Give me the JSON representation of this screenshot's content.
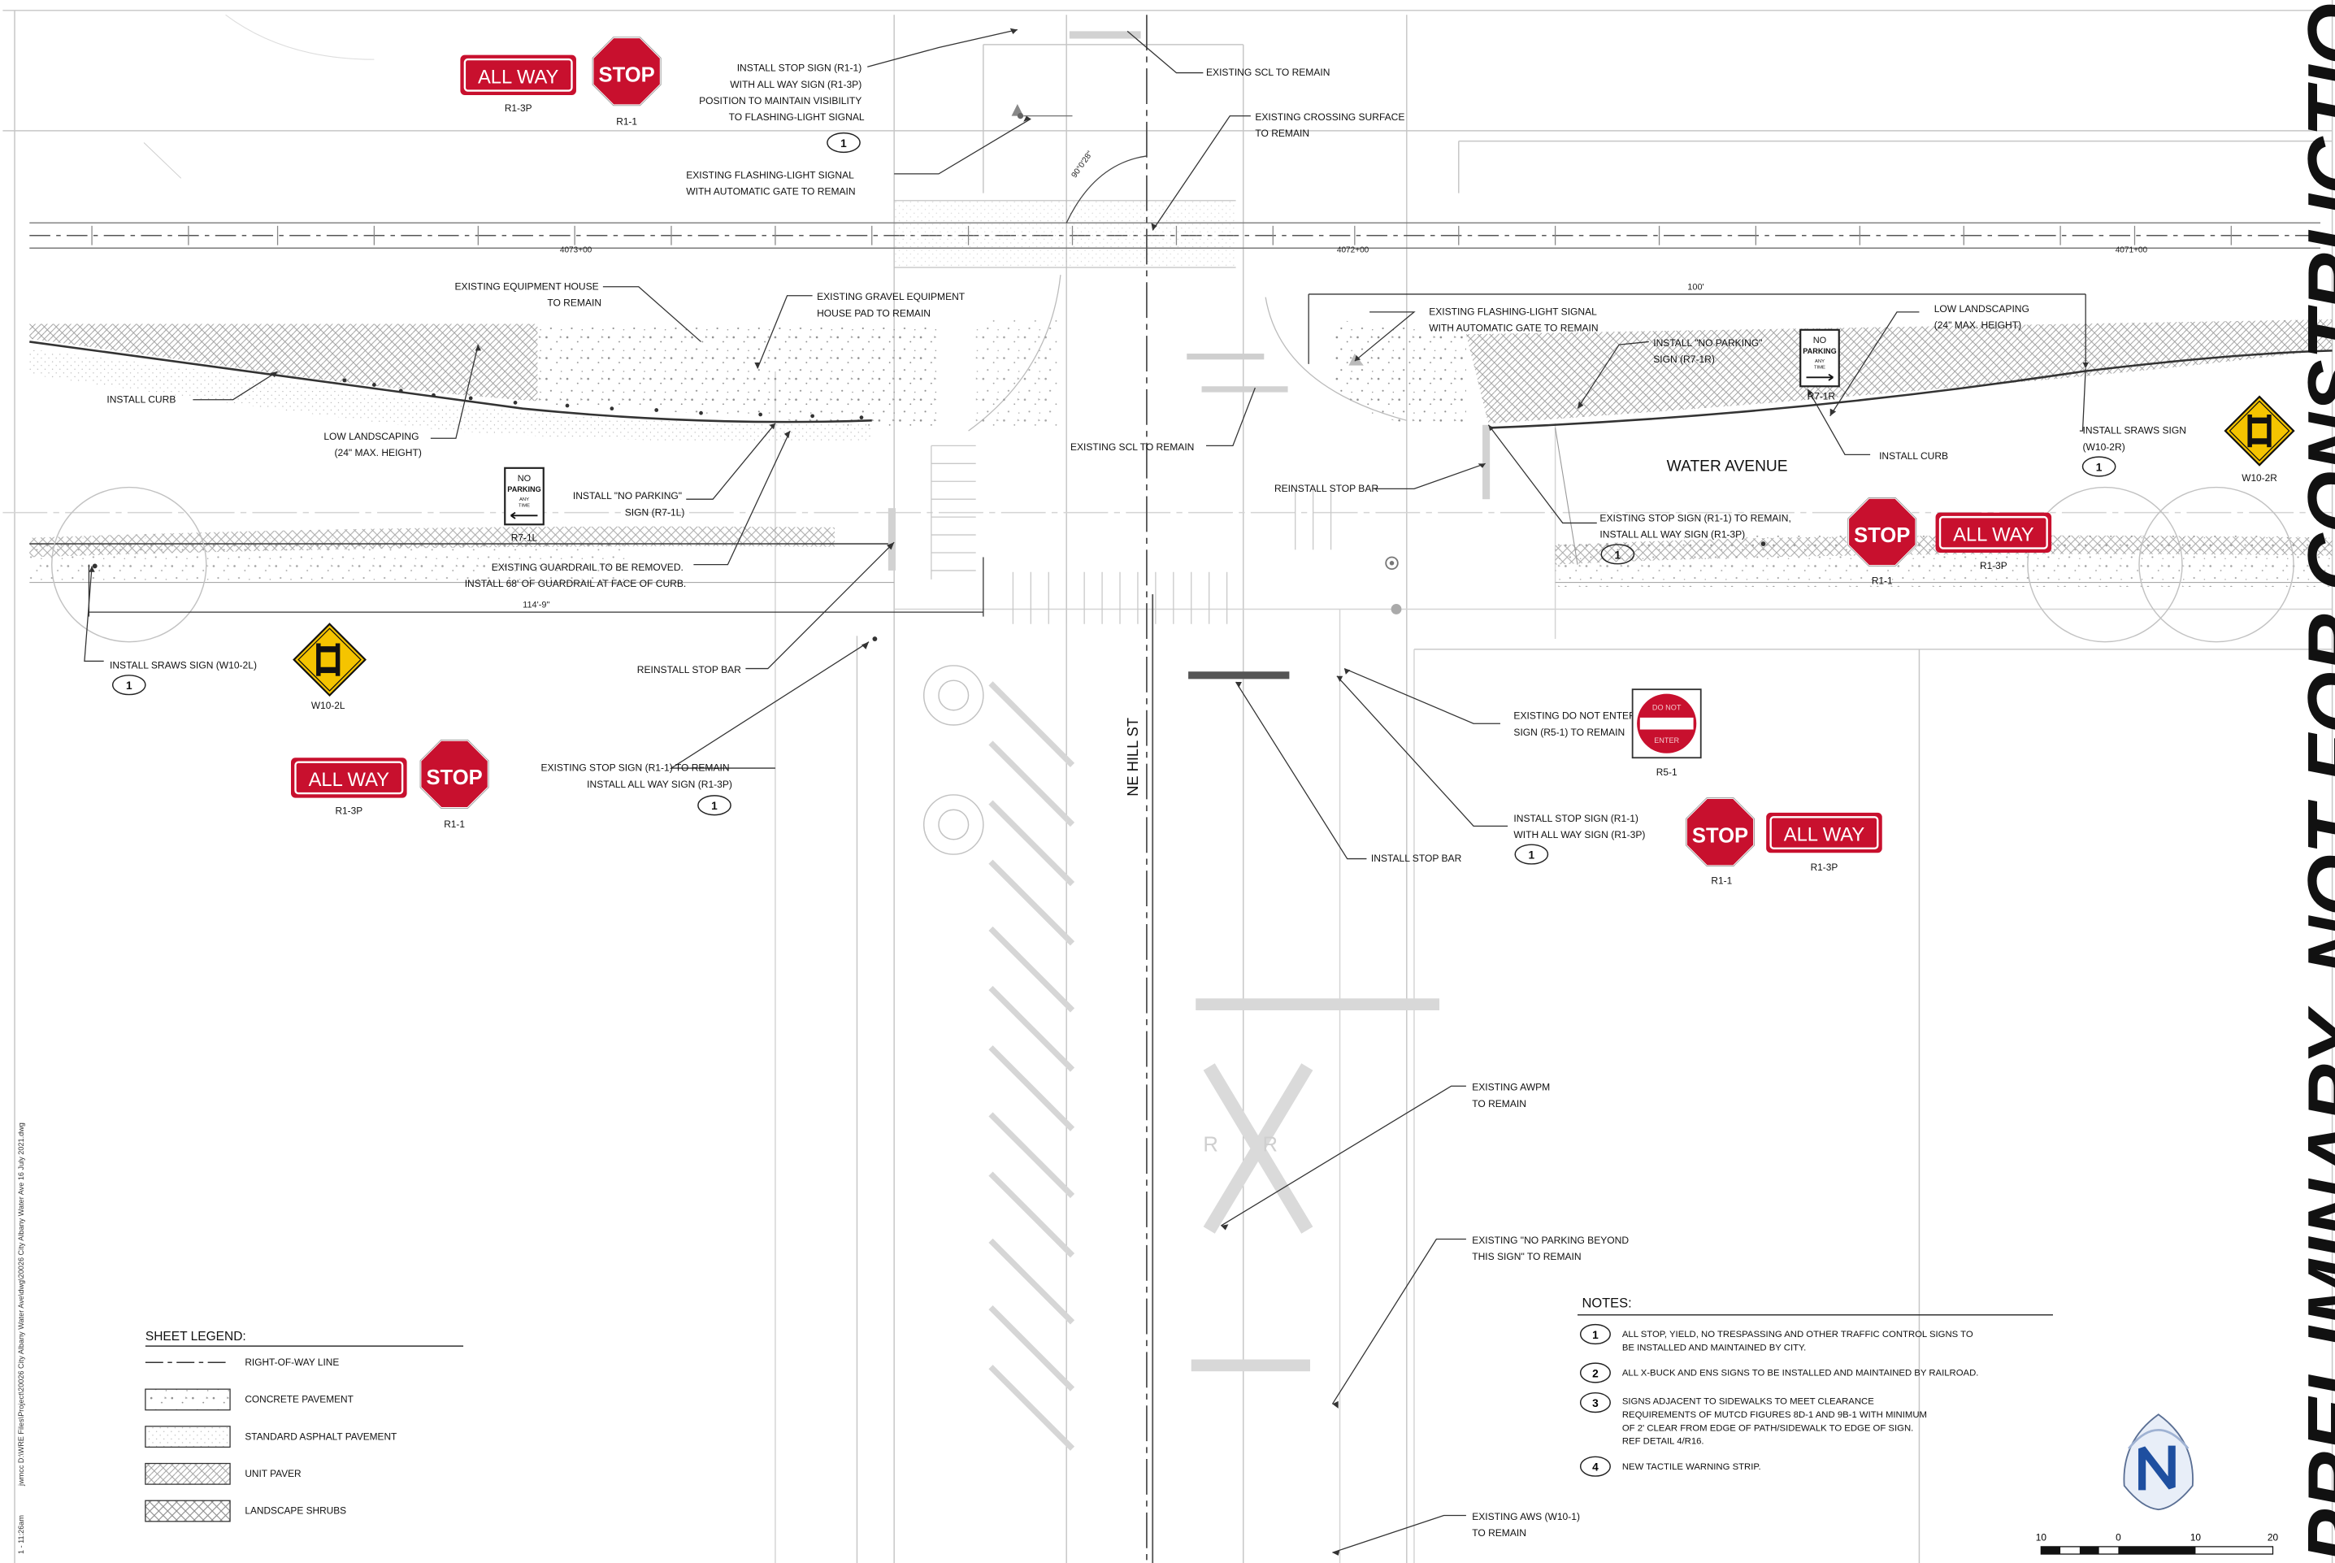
{
  "drawing": {
    "street_name": "NE HILL ST",
    "avenue_name": "WATER AVENUE",
    "watermark": "PRELIMINARY, NOT FOR CONSTRUCTION",
    "file_path": "jwmcc D:\\WRE Files\\Project\\20026 City Albany Water Ave\\dwg\\20026 City Albany Water Ave 16 July 2021.dwg",
    "plot_time": "1 - 11:26am",
    "station_labels": [
      "4073+00",
      "4072+00",
      "4071+00"
    ],
    "angle_label": "90°0'28\"",
    "dim_100": "100'",
    "dim_114": "114'-9\"",
    "rr_letter": "R"
  },
  "signs": {
    "all_way": "ALL WAY",
    "stop": "STOP",
    "r1_3p": "R1-3P",
    "r1_1": "R1-1",
    "r7_1l": "R7-1L",
    "r7_1r": "R7-1R",
    "w10_2l": "W10-2L",
    "w10_2r": "W10-2R",
    "r5_1": "R5-1",
    "no_parking_no": "NO",
    "no_parking_parking": "PARKING",
    "no_parking_any": "ANY",
    "no_parking_time": "TIME",
    "dne_do_not": "DO NOT",
    "dne_enter": "ENTER"
  },
  "callouts": {
    "install_stop_top": [
      "INSTALL STOP SIGN (R1-1)",
      "WITH ALL WAY SIGN (R1-3P)",
      "POSITION TO MAINTAIN VISIBILITY",
      "TO FLASHING-LIGHT SIGNAL"
    ],
    "existing_scl_top": [
      "EXISTING SCL TO REMAIN"
    ],
    "existing_crossing": [
      "EXISTING CROSSING SURFACE",
      "TO REMAIN"
    ],
    "existing_flashing_left": [
      "EXISTING FLASHING-LIGHT SIGNAL",
      "WITH AUTOMATIC GATE TO REMAIN"
    ],
    "existing_equipment_house": [
      "EXISTING EQUIPMENT HOUSE",
      "TO REMAIN"
    ],
    "existing_gravel_pad": [
      "EXISTING GRAVEL EQUIPMENT",
      "HOUSE PAD TO REMAIN"
    ],
    "existing_flashing_right": [
      "EXISTING FLASHING-LIGHT SIGNAL",
      "WITH AUTOMATIC GATE TO REMAIN"
    ],
    "install_no_parking_right": [
      "INSTALL \"NO PARKING\"",
      "SIGN (R7-1R)"
    ],
    "low_landscaping_right": [
      "LOW LANDSCAPING",
      "(24\" MAX. HEIGHT)"
    ],
    "install_curb_left": [
      "INSTALL CURB"
    ],
    "low_landscaping_left": [
      "LOW LANDSCAPING",
      "(24\" MAX. HEIGHT)"
    ],
    "install_no_parking_left": [
      "INSTALL \"NO PARKING\"",
      "SIGN (R7-1L)"
    ],
    "existing_scl_mid": [
      "EXISTING SCL TO REMAIN"
    ],
    "reinstall_stop_bar_right": [
      "REINSTALL STOP BAR"
    ],
    "install_curb_right": [
      "INSTALL CURB"
    ],
    "install_sraws_right": [
      "INSTALL SRAWS SIGN",
      "(W10-2R)"
    ],
    "existing_stop_right": [
      "EXISTING STOP SIGN (R1-1) TO REMAIN,",
      "INSTALL ALL WAY SIGN (R1-3P)"
    ],
    "existing_guardrail": [
      "EXISTING GUARDRAIL TO BE REMOVED.",
      "INSTALL 68' OF GUARDRAIL AT FACE OF CURB."
    ],
    "install_sraws_left": [
      "INSTALL SRAWS SIGN (W10-2L)"
    ],
    "reinstall_stop_bar_left": [
      "REINSTALL STOP BAR"
    ],
    "existing_stop_left": [
      "EXISTING STOP SIGN (R1-1) TO REMAIN",
      "INSTALL ALL WAY SIGN (R1-3P)"
    ],
    "existing_dne": [
      "EXISTING DO NOT ENTER",
      "SIGN (R5-1) TO REMAIN"
    ],
    "install_stop_bottom": [
      "INSTALL STOP SIGN (R1-1)",
      "WITH ALL WAY SIGN (R1-3P)"
    ],
    "install_stop_bar": [
      "INSTALL STOP BAR"
    ],
    "existing_awpm": [
      "EXISTING AWPM",
      "TO REMAIN"
    ],
    "existing_no_parking_beyond": [
      "EXISTING \"NO PARKING BEYOND",
      "THIS SIGN\" TO REMAIN"
    ],
    "existing_aws": [
      "EXISTING AWS (W10-1)",
      "TO REMAIN"
    ]
  },
  "note_markers": {
    "one": "1",
    "two": "2",
    "three": "3",
    "four": "4"
  },
  "legend": {
    "title": "SHEET LEGEND:",
    "items": [
      "RIGHT-OF-WAY LINE",
      "CONCRETE PAVEMENT",
      "STANDARD ASPHALT PAVEMENT",
      "UNIT PAVER",
      "LANDSCAPE SHRUBS"
    ]
  },
  "notes": {
    "title": "NOTES:",
    "items": [
      {
        "num": "1",
        "lines": [
          "ALL STOP, YIELD, NO TRESPASSING AND OTHER TRAFFIC CONTROL SIGNS TO",
          "BE INSTALLED AND MAINTAINED BY CITY."
        ]
      },
      {
        "num": "2",
        "lines": [
          "ALL X-BUCK AND ENS SIGNS TO BE INSTALLED AND MAINTAINED BY RAILROAD."
        ]
      },
      {
        "num": "3",
        "lines": [
          "SIGNS ADJACENT TO SIDEWALKS TO MEET CLEARANCE",
          "REQUIREMENTS OF MUTCD FIGURES 8D-1 AND 9B-1 WITH MINIMUM",
          "OF 2' CLEAR FROM EDGE OF PATH/SIDEWALK TO EDGE OF SIGN.",
          "REF DETAIL 4/R16."
        ]
      },
      {
        "num": "4",
        "lines": [
          "NEW TACTILE WARNING STRIP."
        ]
      }
    ]
  },
  "scale_bar": {
    "labels": [
      "10",
      "0",
      "10",
      "20"
    ]
  },
  "colors": {
    "sign_red": "#C8102E",
    "warning_yellow": "#F5C400",
    "line_gray": "#B8B8B8",
    "ink": "#111111",
    "north_blue": "#1E4FA0"
  }
}
